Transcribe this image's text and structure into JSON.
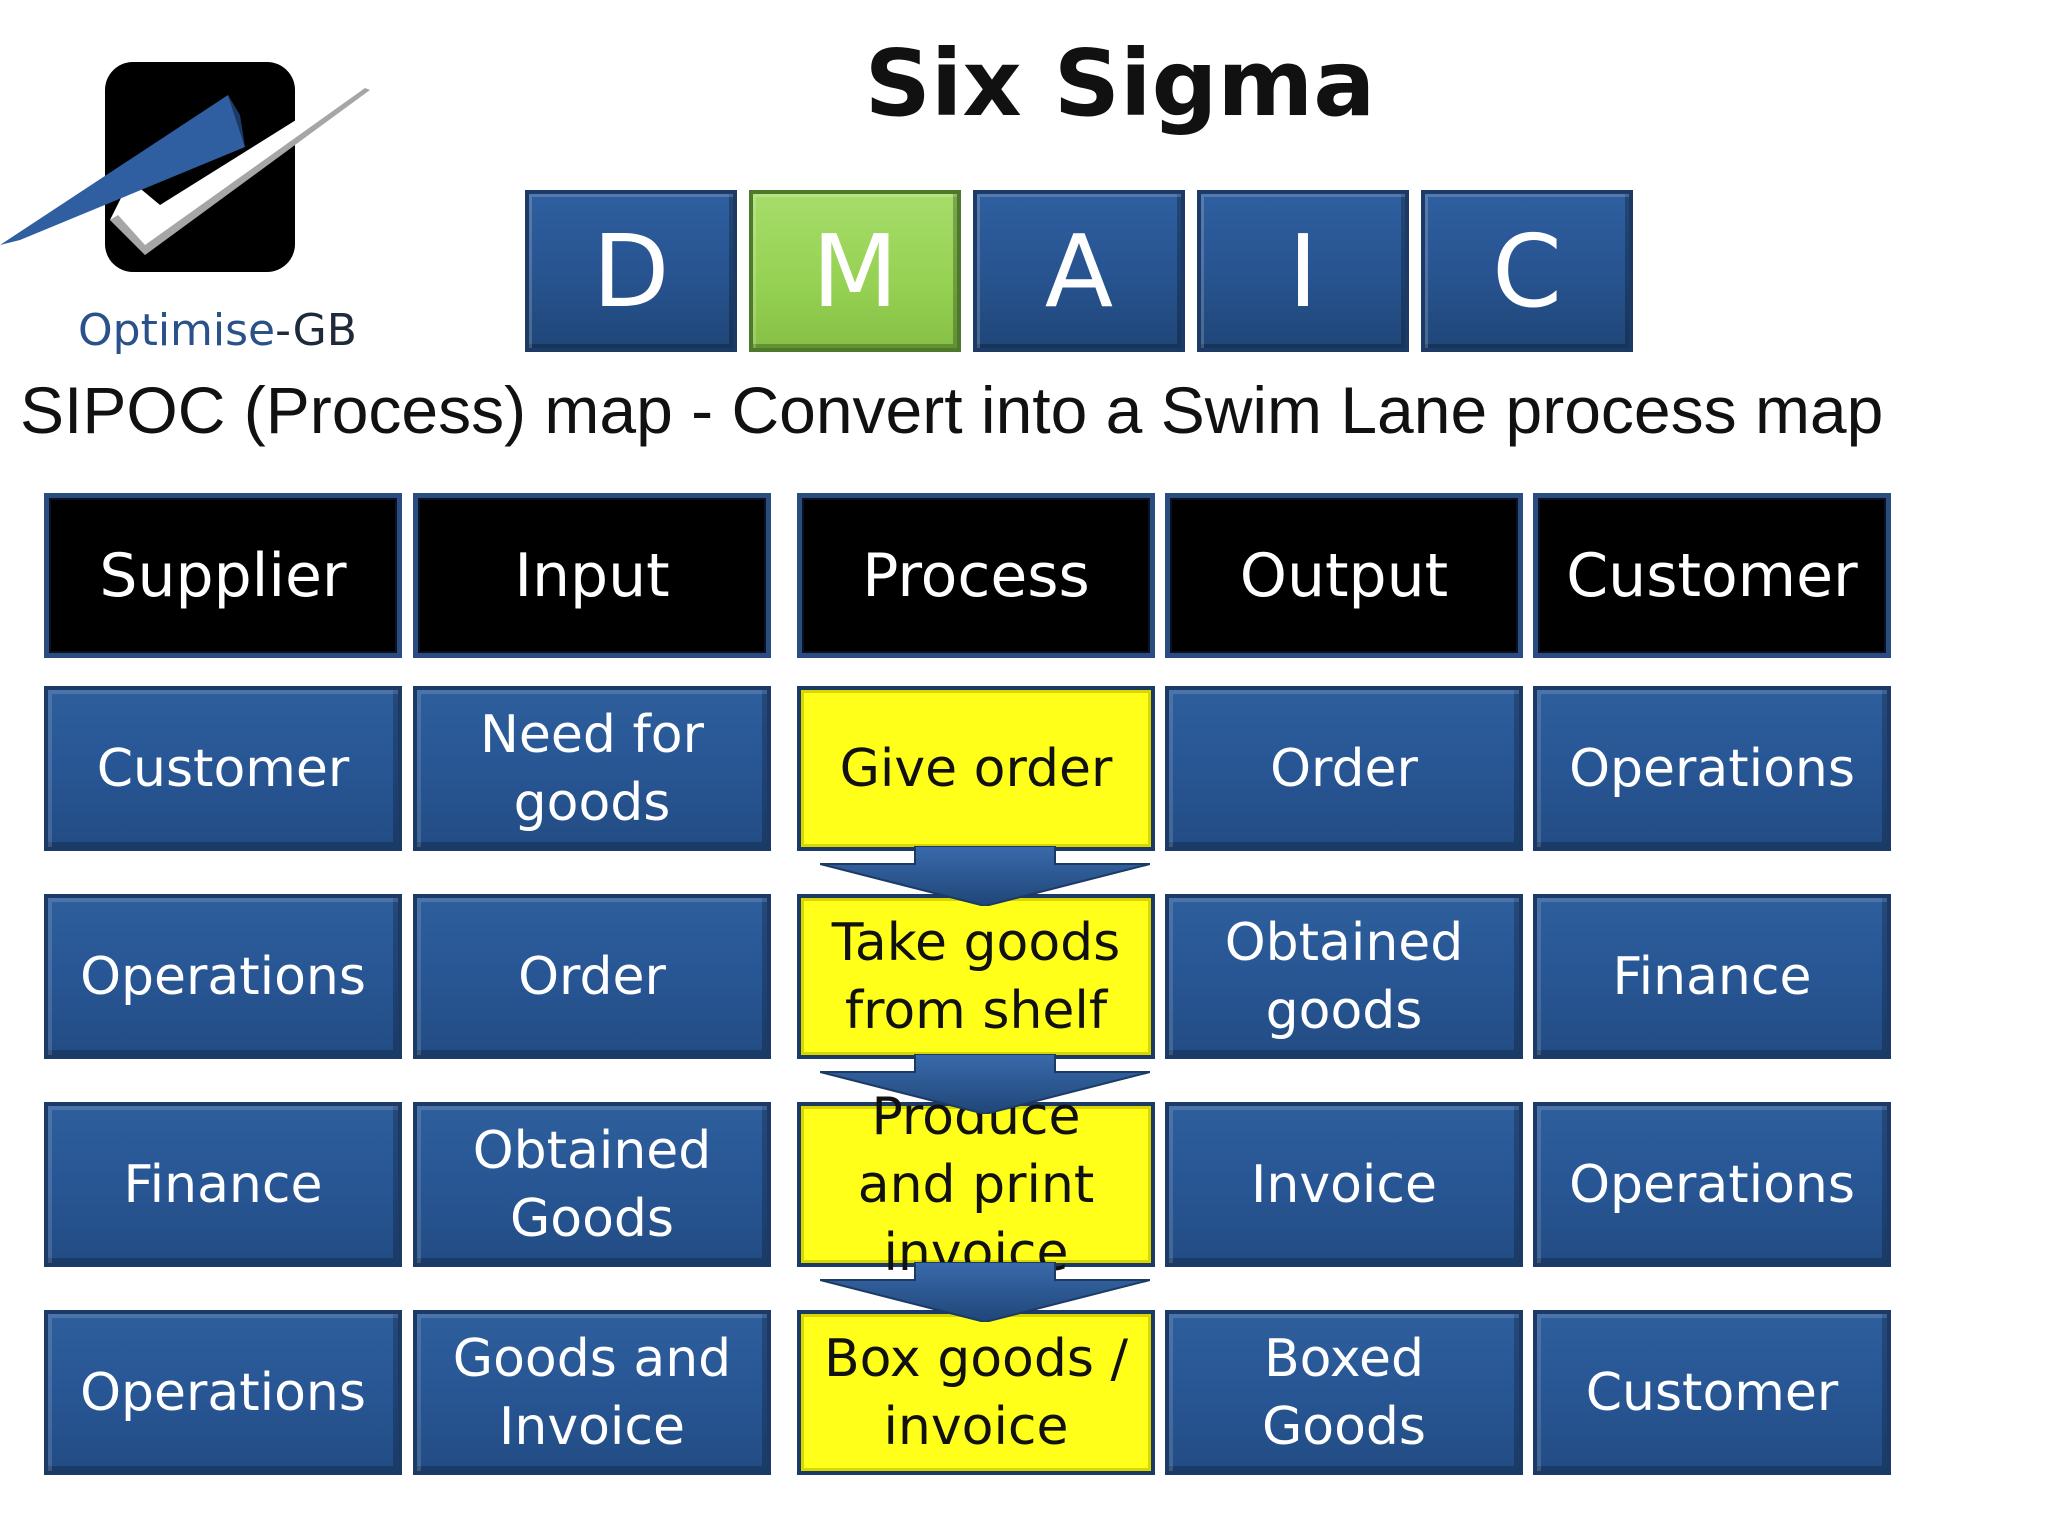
{
  "logo": {
    "name_part1": "Optimise",
    "name_part2": "-GB",
    "colors": {
      "box": "#000000",
      "blue": "#2a5189",
      "check": "#ffffff"
    }
  },
  "title": "Six Sigma",
  "dmaic": {
    "letters": [
      "D",
      "M",
      "A",
      "I",
      "C"
    ],
    "active_index": 1,
    "colors": {
      "default": "#285694",
      "active": "#95d152"
    }
  },
  "subtitle": "SIPOC (Process) map - Convert into a Swim Lane process map",
  "sipoc": {
    "headers": [
      "Supplier",
      "Input",
      "Process",
      "Output",
      "Customer"
    ],
    "rows": [
      {
        "supplier": "Customer",
        "input": "Need for goods",
        "process": "Give order",
        "output": "Order",
        "customer": "Operations"
      },
      {
        "supplier": "Operations",
        "input": "Order",
        "process": "Take goods from shelf",
        "output": "Obtained goods",
        "customer": "Finance"
      },
      {
        "supplier": "Finance",
        "input": "Obtained Goods",
        "process": "Produce and print invoice",
        "output": "Invoice",
        "customer": "Operations"
      },
      {
        "supplier": "Operations",
        "input": "Goods and Invoice",
        "process": "Box goods / invoice",
        "output": "Boxed Goods",
        "customer": "Customer"
      }
    ],
    "colors": {
      "header": "#000000",
      "cell": "#285694",
      "process": "#ffff1a",
      "arrow": "#2a5a96"
    }
  }
}
